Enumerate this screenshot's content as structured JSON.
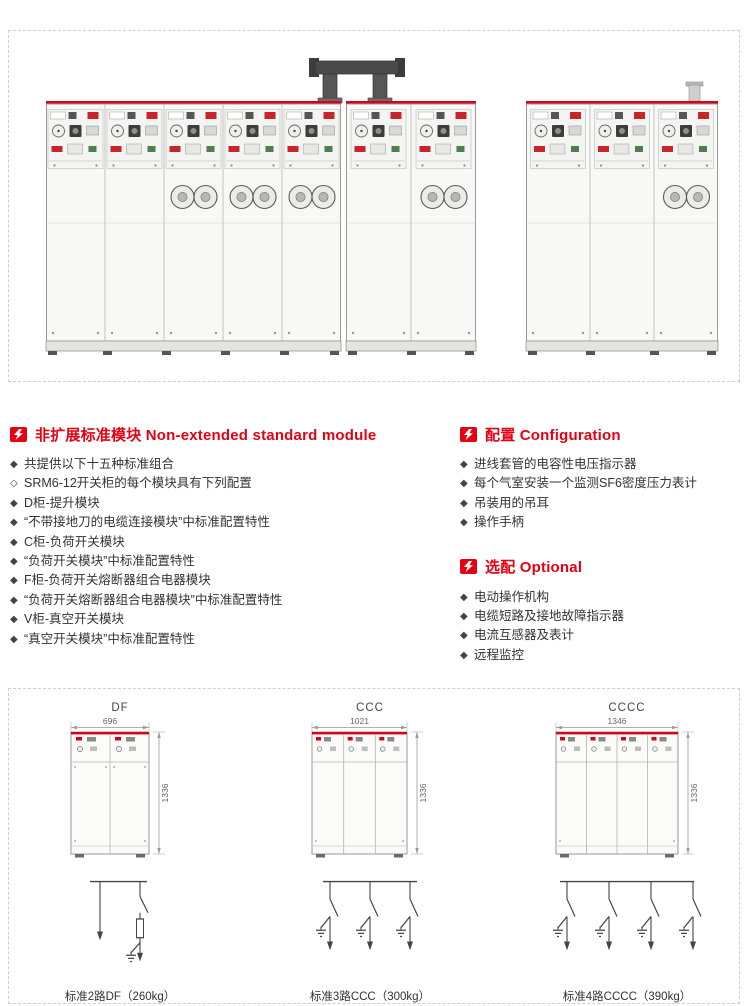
{
  "accent_color": "#e60012",
  "sections": {
    "module": {
      "title": "非扩展标准模块 Non-extended standard module",
      "items": [
        {
          "bullet": "◆",
          "text": "共提供以下十五种标准组合"
        },
        {
          "bullet": "◇",
          "text": "SRM6-12开关柜的每个模块具有下列配置"
        },
        {
          "bullet": "◆",
          "text": "D柜-提升模块"
        },
        {
          "bullet": "◆",
          "text": "“不带接地刀的电缆连接模块”中标准配置特性"
        },
        {
          "bullet": "◆",
          "text": "C柜-负荷开关模块"
        },
        {
          "bullet": "◆",
          "text": "“负荷开关模块”中标准配置特性"
        },
        {
          "bullet": "◆",
          "text": "F柜-负荷开关熔断器组合电器模块"
        },
        {
          "bullet": "◆",
          "text": "“负荷开关熔断器组合电器模块”中标准配置特性"
        },
        {
          "bullet": "◆",
          "text": "V柜-真空开关模块"
        },
        {
          "bullet": "◆",
          "text": "“真空开关模块”中标准配置特性"
        }
      ]
    },
    "configuration": {
      "title": "配置 Configuration",
      "items": [
        {
          "bullet": "◆",
          "text": "进线套管的电容性电压指示器"
        },
        {
          "bullet": "◆",
          "text": "每个气室安装一个监测SF6密度压力表计"
        },
        {
          "bullet": "◆",
          "text": "吊装用的吊耳"
        },
        {
          "bullet": "◆",
          "text": "操作手柄"
        }
      ]
    },
    "optional": {
      "title": "选配 Optional",
      "items": [
        {
          "bullet": "◆",
          "text": "电动操作机构"
        },
        {
          "bullet": "◆",
          "text": "电缆短路及接地故障指示器"
        },
        {
          "bullet": "◆",
          "text": "电流互感器及表计"
        },
        {
          "bullet": "◆",
          "text": "远程监控"
        }
      ]
    }
  },
  "dimension_diagrams": [
    {
      "model": "DF",
      "width_mm": "696",
      "height_mm": "1336",
      "bays": 2,
      "caption": "标准2路DF（260kg）"
    },
    {
      "model": "CCC",
      "width_mm": "1021",
      "height_mm": "1336",
      "bays": 3,
      "caption": "标准3路CCC（300kg）"
    },
    {
      "model": "CCCC",
      "width_mm": "1346",
      "height_mm": "1336",
      "bays": 4,
      "caption": "标准4路CCCC（390kg）"
    }
  ]
}
